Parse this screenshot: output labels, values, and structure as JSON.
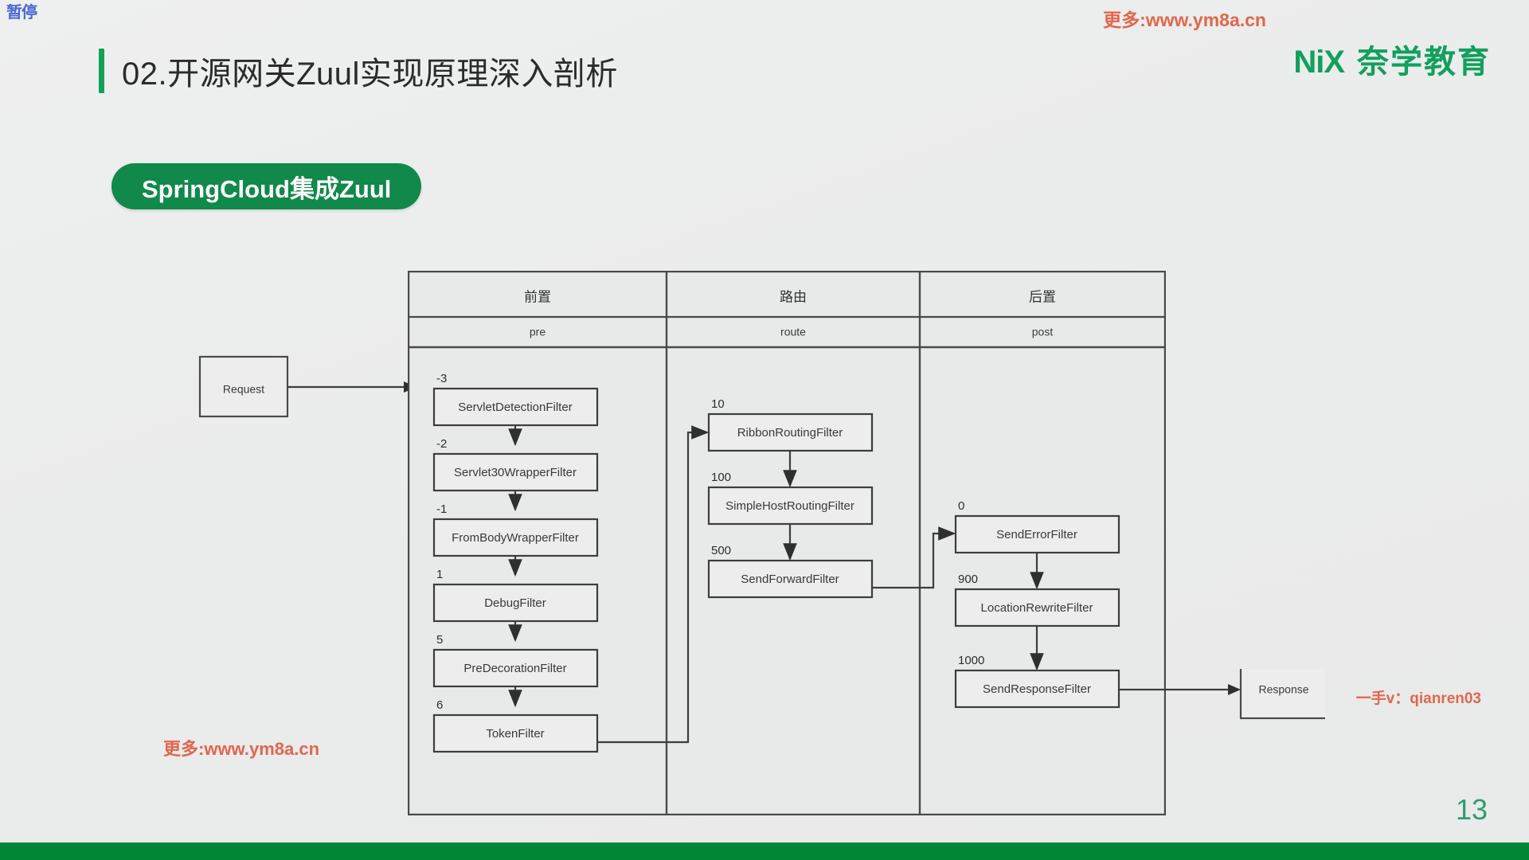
{
  "slide": {
    "pause_badge": "暂停",
    "page_number": "13",
    "title": "02.开源网关Zuul实现原理深入剖析",
    "pill_label": "SpringCloud集成Zuul",
    "accent_green": "#10894a",
    "footer_green": "#008837",
    "watermark_color": "#e2674e"
  },
  "logo": {
    "mark": "NiX",
    "name": "奈学教育"
  },
  "watermarks": {
    "top_right": "更多:www.ym8a.cn",
    "bottom_left": "更多:www.ym8a.cn",
    "handle": "一手v：qianren03"
  },
  "diagram": {
    "entry_node": "Request",
    "exit_node": "Response",
    "columns": [
      {
        "cn": "前置",
        "en": "pre"
      },
      {
        "cn": "路由",
        "en": "route"
      },
      {
        "cn": "后置",
        "en": "post"
      }
    ],
    "pre_filters": [
      {
        "order": "-3",
        "name": "ServletDetectionFilter"
      },
      {
        "order": "-2",
        "name": "Servlet30WrapperFilter"
      },
      {
        "order": "-1",
        "name": "FromBodyWrapperFilter"
      },
      {
        "order": "1",
        "name": "DebugFilter"
      },
      {
        "order": "5",
        "name": "PreDecorationFilter"
      },
      {
        "order": "6",
        "name": "TokenFilter"
      }
    ],
    "route_filters": [
      {
        "order": "10",
        "name": "RibbonRoutingFilter"
      },
      {
        "order": "100",
        "name": "SimpleHostRoutingFilter"
      },
      {
        "order": "500",
        "name": "SendForwardFilter"
      }
    ],
    "post_filters": [
      {
        "order": "0",
        "name": "SendErrorFilter"
      },
      {
        "order": "900",
        "name": "LocationRewriteFilter"
      },
      {
        "order": "1000",
        "name": "SendResponseFilter"
      }
    ]
  }
}
